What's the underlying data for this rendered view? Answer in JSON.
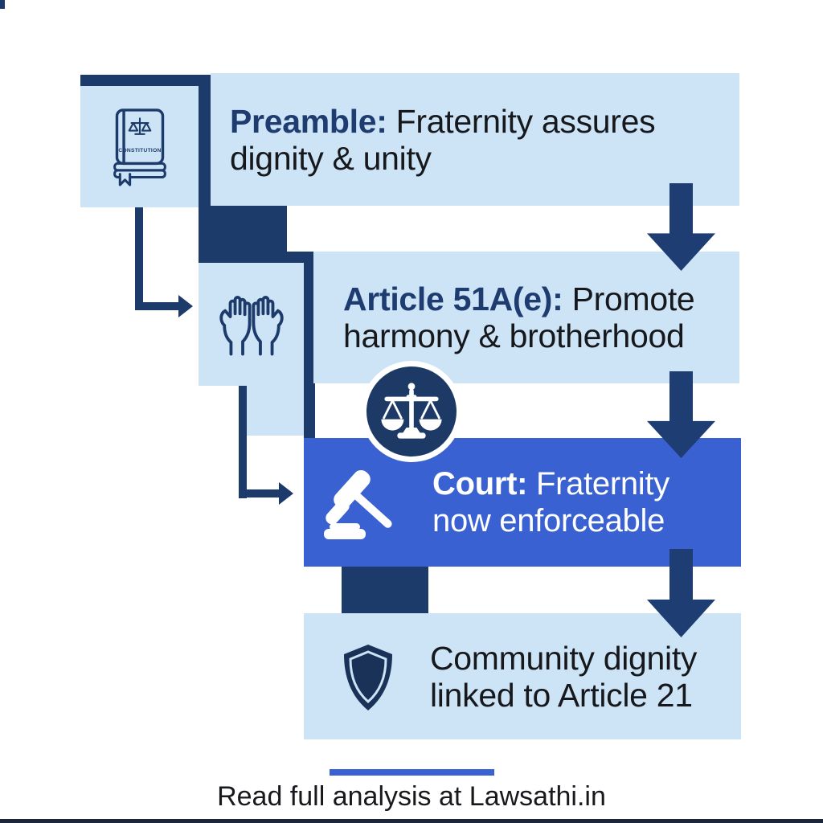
{
  "title": "Fraternity in the Constitution flowchart",
  "blocks": [
    {
      "name": "preamble",
      "icon": "constitution-book-icon",
      "lead": "Preamble:",
      "line1_rest": " Fraternity assures",
      "line2": "dignity & unity"
    },
    {
      "name": "article51a",
      "icon": "hands-icon",
      "lead": "Article 51A(e):",
      "line1_rest": " Promote",
      "line2": "harmony & brotherhood"
    },
    {
      "name": "court",
      "icon": "gavel-icon",
      "lead": "Court:",
      "line1_rest": " Fraternity",
      "line2": "now enforceable"
    },
    {
      "name": "community",
      "icon": "shield-icon",
      "lead": "",
      "line1_rest": "Community dignity",
      "line2": "linked to Article 21"
    }
  ],
  "book_cover_label": "CONSTITUTION",
  "badge_icon": "scales-of-justice-icon",
  "footer": {
    "text": "Read full analysis at Lawsathi.in"
  },
  "colors": {
    "light_blue": "#cde4f7",
    "navy": "#1c3a6a",
    "royal_blue": "#3a61d2",
    "badge_navy": "#1d3a67",
    "lead_text_navy": "#1e3c70",
    "body_text": "#16181c",
    "text_on_blue": "#ffffff"
  }
}
